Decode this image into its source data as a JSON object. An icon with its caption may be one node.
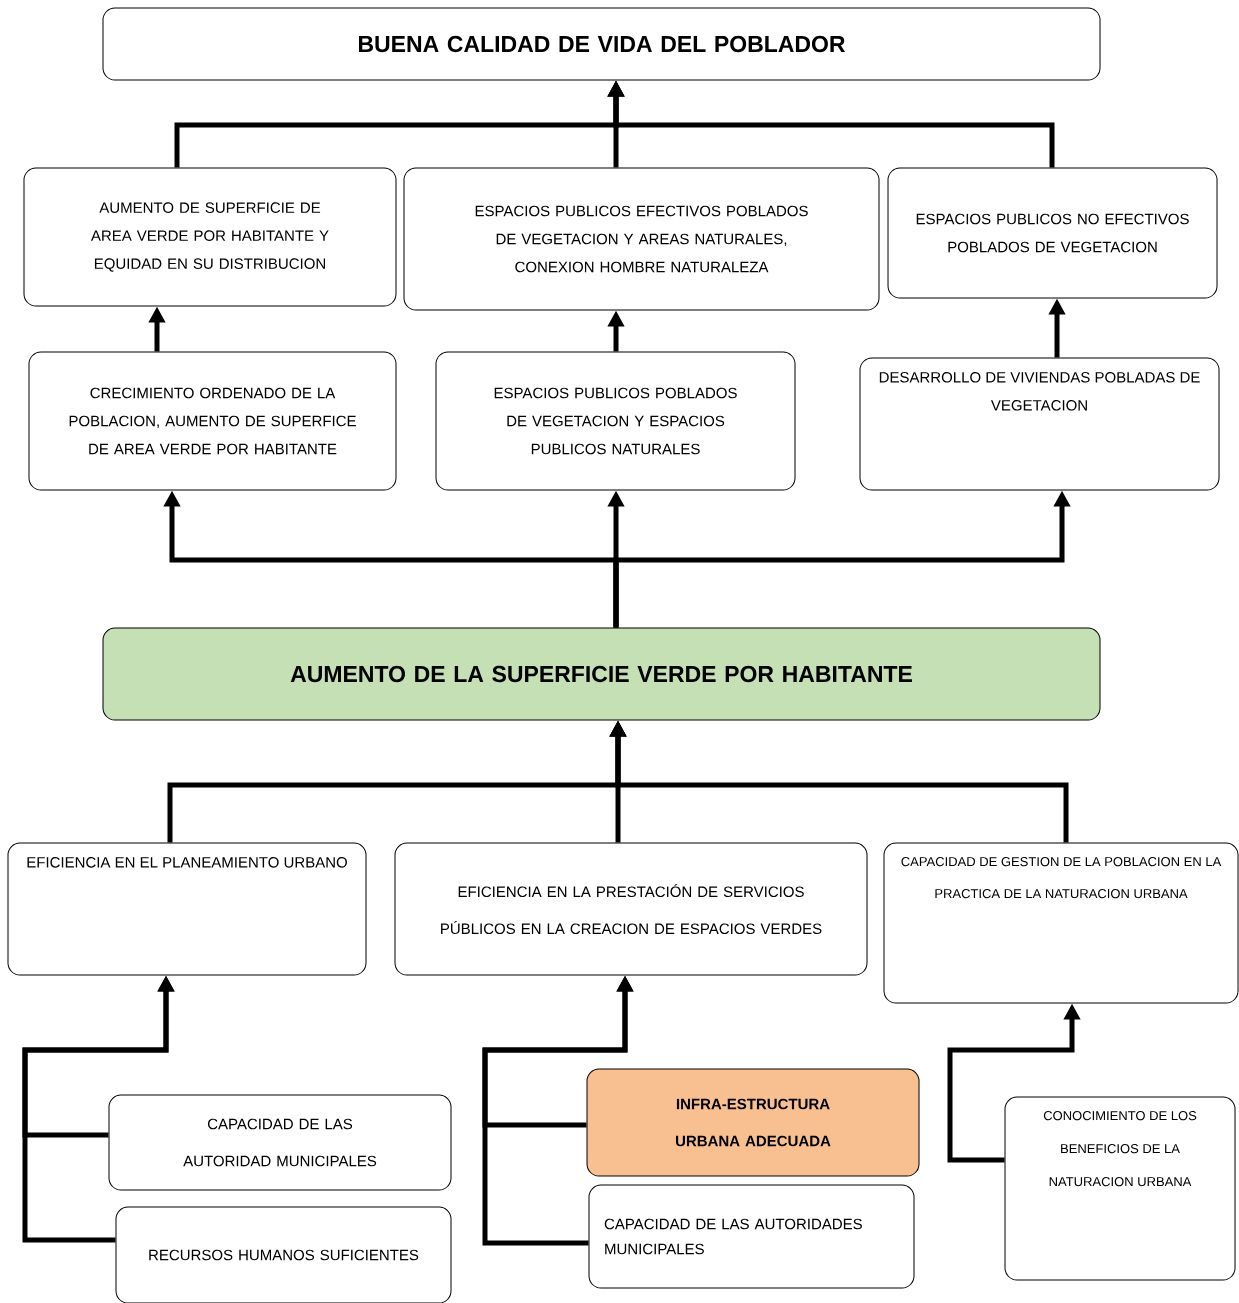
{
  "diagram": {
    "nodes": [
      {
        "text": [
          "BUENA CALIDAD DE VIDA DEL POBLADOR"
        ]
      },
      {
        "text": [
          "AUMENTO DE SUPERFICIE DE AREA VERDE POR HABITANTE Y EQUIDAD EN SU DISTRIBUCION"
        ]
      },
      {
        "text": [
          "ESPACIOS PUBLICOS EFECTIVOS POBLADOS DE VEGETACION Y AREAS NATURALES, CONEXION HOMBRE NATURALEZA"
        ]
      },
      {
        "text": [
          "ESPACIOS PUBLICOS NO EFECTIVOS POBLADOS DE VEGETACION"
        ]
      },
      {
        "text": [
          "CRECIMIENTO ORDENADO DE LA POBLACION, AUMENTO DE SUPERFICE DE AREA VERDE POR HABITANTE"
        ]
      },
      {
        "text": [
          "ESPACIOS PUBLICOS POBLADOS DE VEGETACION Y ESPACIOS PUBLICOS NATURALES"
        ]
      },
      {
        "text": [
          "DESARROLLO DE VIVIENDAS POBLADAS DE VEGETACION"
        ]
      },
      {
        "text": [
          "AUMENTO DE LA SUPERFICIE VERDE  POR HABITANTE"
        ]
      },
      {
        "text": [
          "EFICIENCIA EN EL PLANEAMIENTO URBANO"
        ]
      },
      {
        "text": [
          "EFICIENCIA EN LA PRESTACIÓN DE SERVICIOS PÚBLICOS EN LA CREACION DE ESPACIOS VERDES"
        ]
      },
      {
        "text": [
          "CAPACIDAD DE GESTION DE LA POBLACION EN LA PRACTICA DE LA NATURACION URBANA"
        ]
      },
      {
        "text": [
          "CAPACIDAD DE LAS AUTORIDAD MUNICIPALES"
        ]
      },
      {
        "text": [
          "RECURSOS HUMANOS SUFICIENTES"
        ]
      },
      {
        "text": [
          "INFRA-ESTRUCTURA URBANA ADECUADA"
        ]
      },
      {
        "text": [
          "CAPACIDAD DE LAS AUTORIDADES MUNICIPALES"
        ]
      },
      {
        "text": [
          "CONOCIMIENTO DE LOS BENEFICIOS DE LA NATURACION URBANA"
        ]
      }
    ],
    "edges": [
      {
        "from": 1,
        "to": 0,
        "arrow": "to"
      },
      {
        "from": 2,
        "to": 0,
        "arrow": "to"
      },
      {
        "from": 3,
        "to": 0,
        "arrow": "to"
      },
      {
        "from": 4,
        "to": 1,
        "arrow": "to"
      },
      {
        "from": 5,
        "to": 2,
        "arrow": "to"
      },
      {
        "from": 6,
        "to": 3,
        "arrow": "to"
      },
      {
        "from": 7,
        "to": 4,
        "arrow": "to"
      },
      {
        "from": 7,
        "to": 5,
        "arrow": "to"
      },
      {
        "from": 7,
        "to": 6,
        "arrow": "to"
      },
      {
        "from": 8,
        "to": 7,
        "arrow": "to"
      },
      {
        "from": 9,
        "to": 7,
        "arrow": "to"
      },
      {
        "from": 10,
        "to": 7,
        "arrow": "to"
      },
      {
        "from": 11,
        "to": 8,
        "arrow": "to"
      },
      {
        "from": 12,
        "to": 8,
        "arrow": "to"
      },
      {
        "from": 13,
        "to": 9,
        "arrow": "to"
      },
      {
        "from": 14,
        "to": 9,
        "arrow": "to"
      },
      {
        "from": 15,
        "to": 10,
        "arrow": "to"
      }
    ]
  }
}
